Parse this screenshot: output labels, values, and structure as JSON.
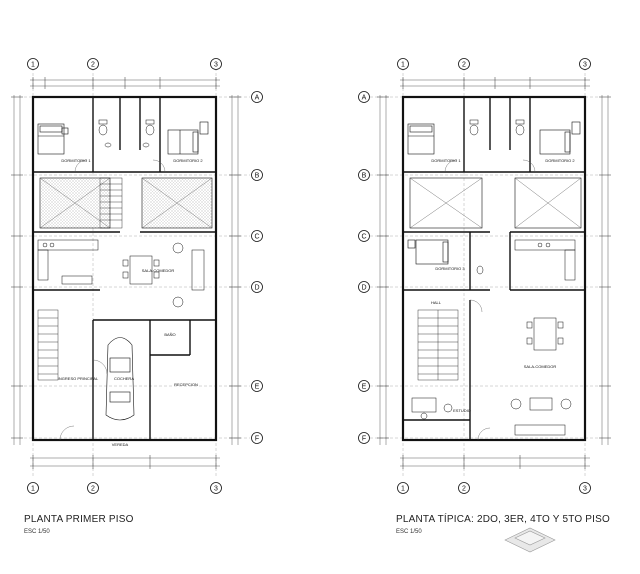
{
  "plans": [
    {
      "title": "PLANTA PRIMER PISO",
      "scale": "ESC 1/50",
      "columns": [
        "1",
        "2",
        "3"
      ],
      "rows": [
        "A",
        "B",
        "C",
        "D",
        "E",
        "F"
      ],
      "rooms": [
        "DORMITORIO 1",
        "DORMITORIO 2",
        "SALA-COMEDOR",
        "INGRESO PRINCIPAL",
        "COCHERA",
        "BAÑO",
        "RECEPCION",
        "VEREDA"
      ]
    },
    {
      "title": "PLANTA TÍPICA: 2DO, 3ER, 4TO Y 5TO PISO",
      "scale": "ESC 1/50",
      "columns": [
        "1",
        "2",
        "3"
      ],
      "rows": [
        "A",
        "B",
        "C",
        "D",
        "E",
        "F"
      ],
      "rooms": [
        "DORMITORIO 1",
        "DORMITORIO 2",
        "DORMITORIO 3",
        "HALL",
        "SALA-COMEDOR",
        "ESTUDIO"
      ]
    }
  ],
  "colors": {
    "ink": "#1a1a1a",
    "hatch": "#8a8a8a",
    "background": "#ffffff"
  }
}
